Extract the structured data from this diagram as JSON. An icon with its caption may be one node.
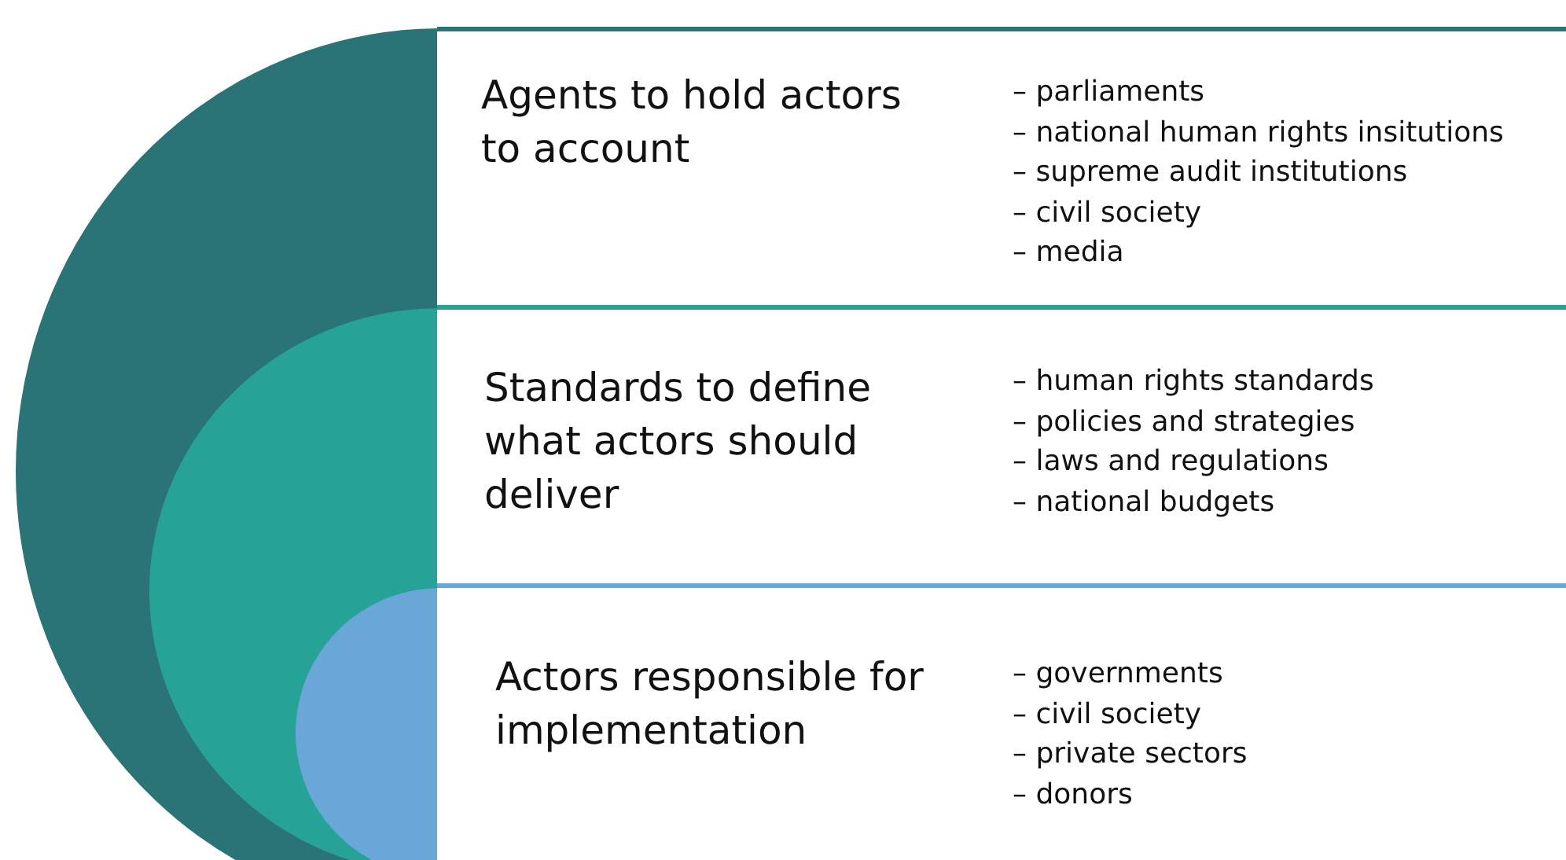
{
  "diagram": {
    "nodes": [
      {
        "text": [
          "Agents to hold actors to account",
          "– parliaments",
          "– national human rights insitutions",
          "– supreme audit institutions",
          "– civil society",
          "– media"
        ]
      },
      {
        "text": [
          "Standards to define what actors should deliver",
          "– human rights standards",
          "– policies and strategies",
          "– laws and regulations",
          "– national budgets"
        ]
      },
      {
        "text": [
          "Actors responsible for implementation",
          "– governments",
          "– civil society",
          "– private sectors",
          "– donors"
        ]
      }
    ]
  }
}
